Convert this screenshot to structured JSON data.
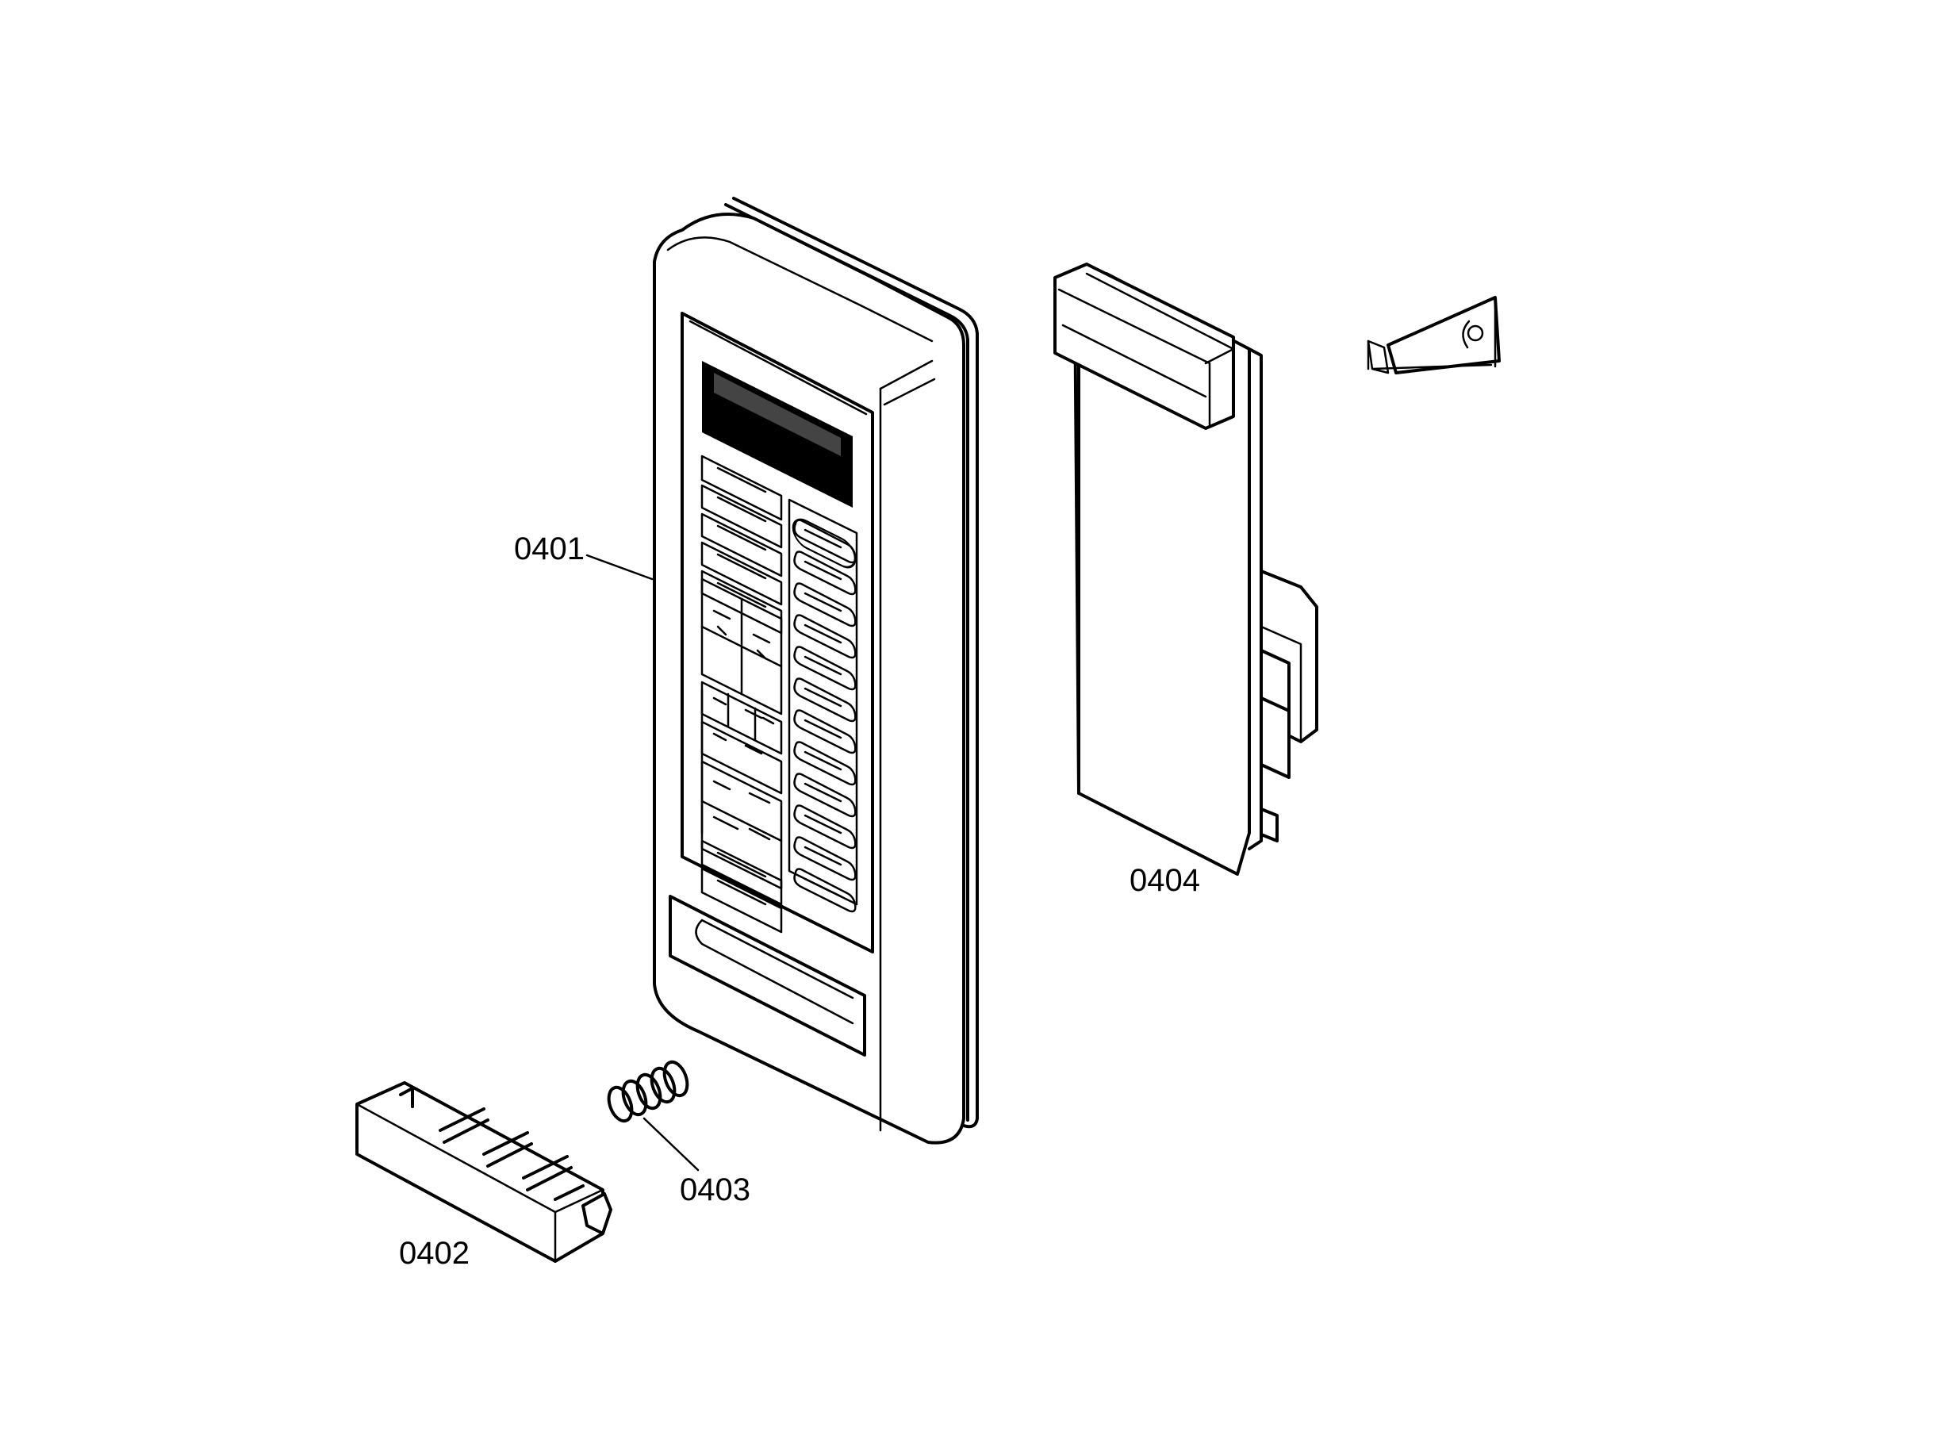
{
  "parts": [
    {
      "id": "0401",
      "label": "0401"
    },
    {
      "id": "0402",
      "label": "0402"
    },
    {
      "id": "0403",
      "label": "0403"
    },
    {
      "id": "0404",
      "label": "0404"
    }
  ]
}
